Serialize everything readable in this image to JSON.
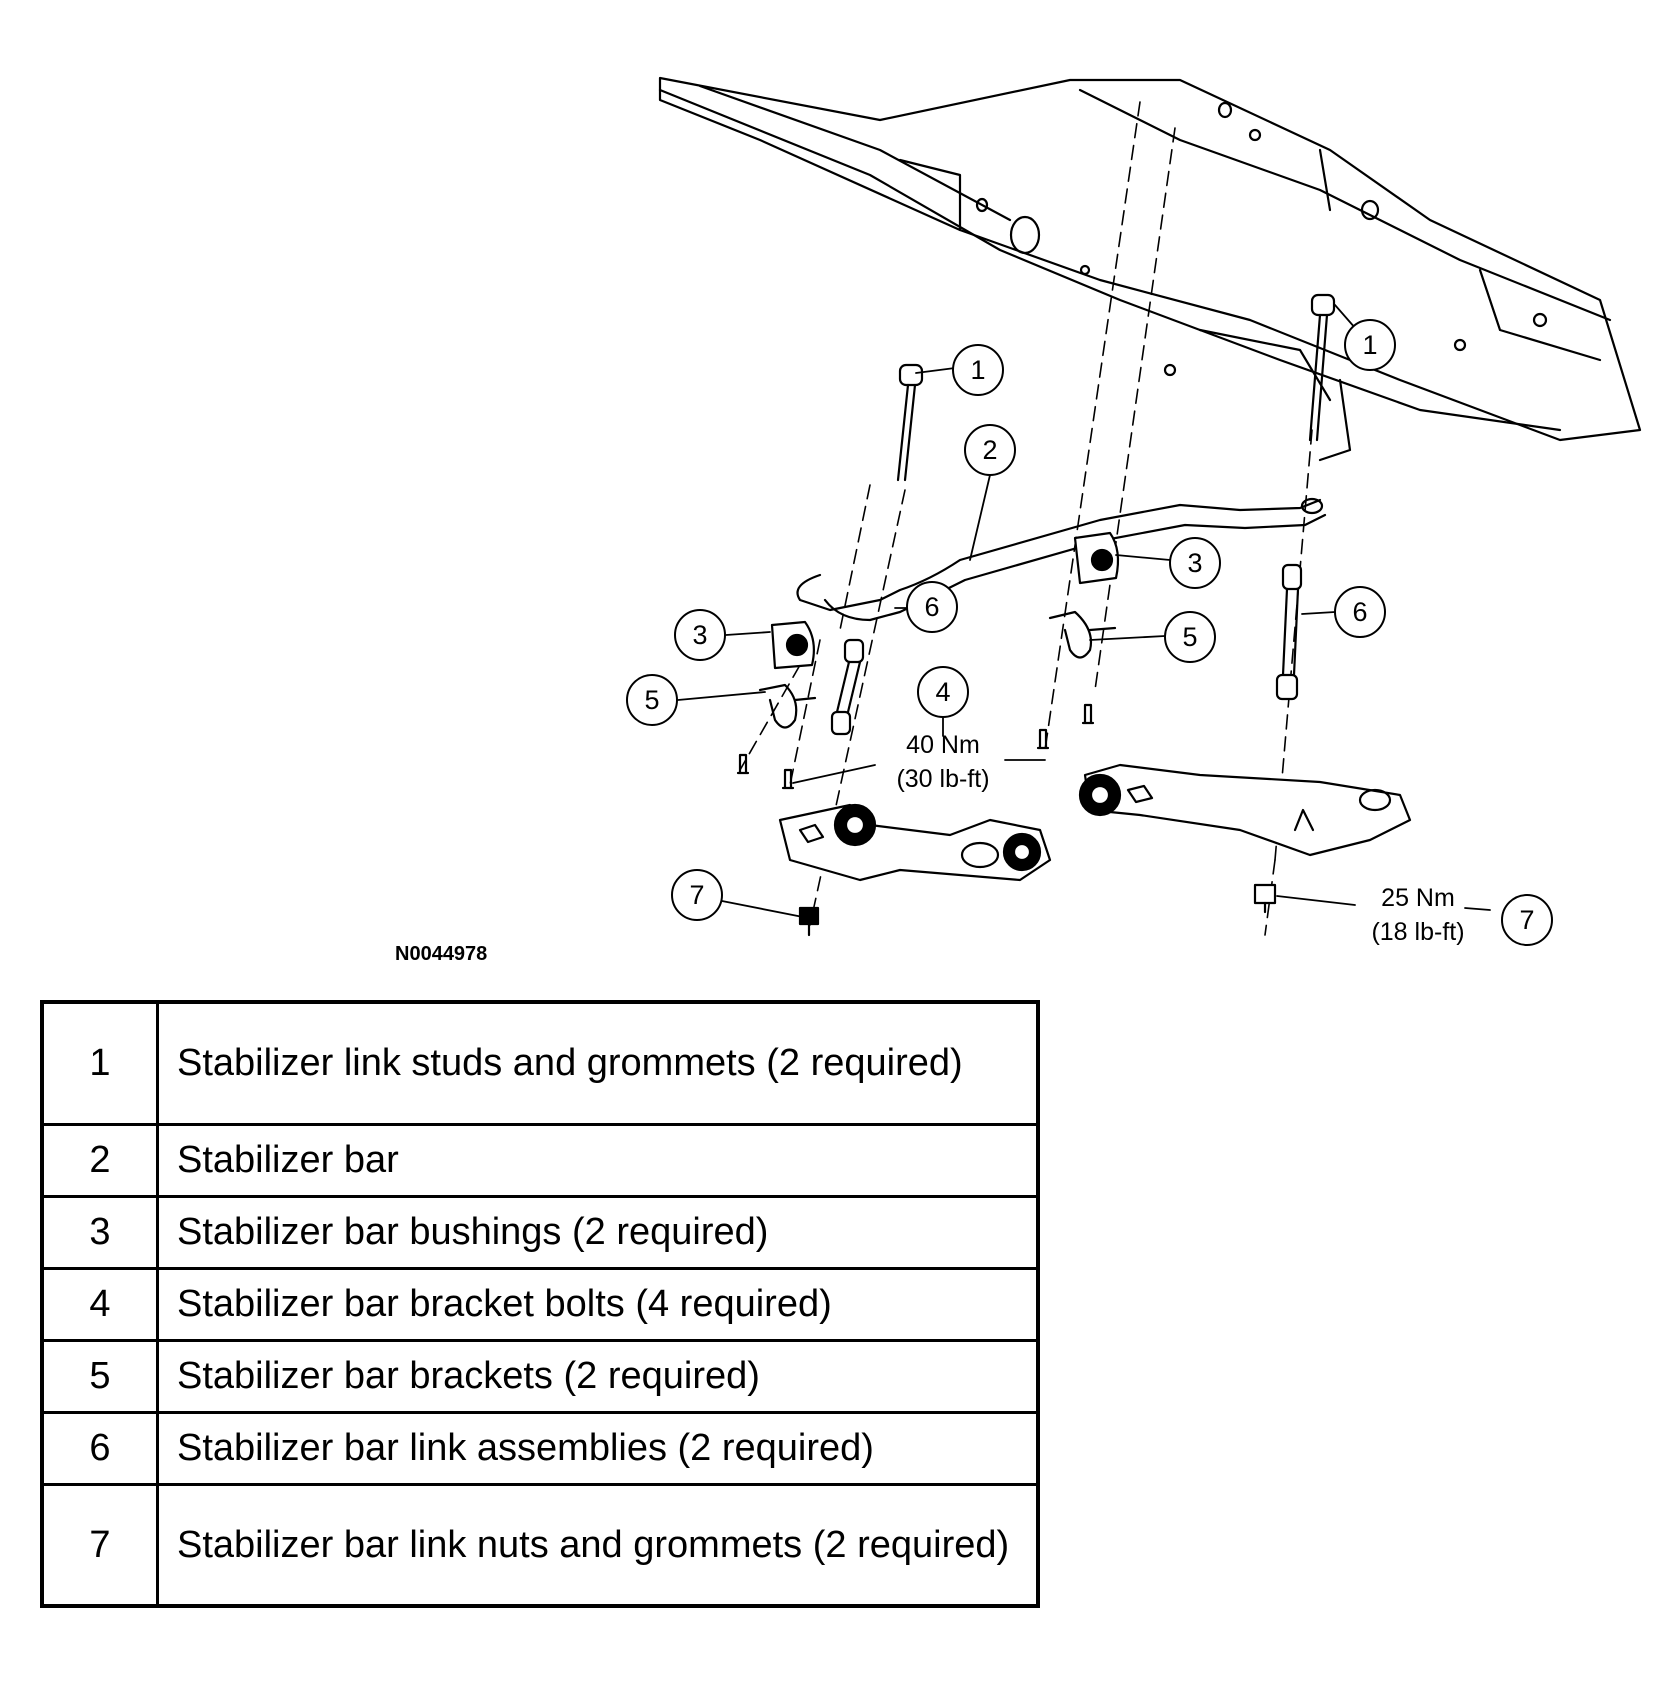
{
  "figure_id": "N0044978",
  "torque_labels": {
    "bracket_bolts": [
      "40 Nm",
      "(30 lb-ft)"
    ],
    "link_nuts": [
      "25 Nm",
      "(18 lb-ft)"
    ]
  },
  "callouts": {
    "c1a": "1",
    "c1b": "1",
    "c2": "2",
    "c3a": "3",
    "c3b": "3",
    "c4": "4",
    "c5a": "5",
    "c5b": "5",
    "c6a": "6",
    "c6b": "6",
    "c7a": "7",
    "c7b": "7"
  },
  "legend": [
    {
      "num": "1",
      "text": "Stabilizer link studs and grommets (2 required)"
    },
    {
      "num": "2",
      "text": "Stabilizer bar"
    },
    {
      "num": "3",
      "text": "Stabilizer bar bushings (2 required)"
    },
    {
      "num": "4",
      "text": "Stabilizer bar bracket bolts (4 required)"
    },
    {
      "num": "5",
      "text": "Stabilizer bar brackets (2 required)"
    },
    {
      "num": "6",
      "text": "Stabilizer bar link assemblies (2 required)"
    },
    {
      "num": "7",
      "text": "Stabilizer bar link nuts and grommets (2 required)"
    }
  ]
}
